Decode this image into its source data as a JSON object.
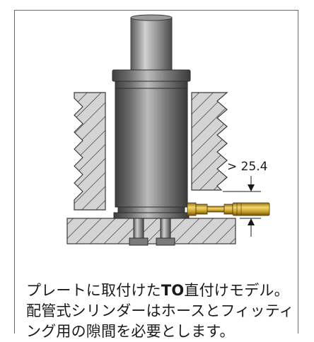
{
  "figure": {
    "dimension_label": "> 25.4"
  },
  "caption": {
    "line1_before": "プレートに取付けた",
    "line1_bold": "TO",
    "line1_after": "直付けモデル。",
    "line2": "配管式シリンダーはホースとフィッティ",
    "line3": "ング用の隙間を必要とします。"
  },
  "colors": {
    "frame_border": "#6b6b6b",
    "hatch": "#3a3a3a",
    "wall_fill": "#d4d4d4",
    "cylinder_dark": "#4a4a4a",
    "cylinder_light": "#b8b8b8",
    "fitting_brass": "#d9b43a",
    "text": "#1a1a1a"
  },
  "icons": {
    "dimension_arrow_down": "arrow-down-icon",
    "dimension_arrow_up": "arrow-up-icon"
  }
}
